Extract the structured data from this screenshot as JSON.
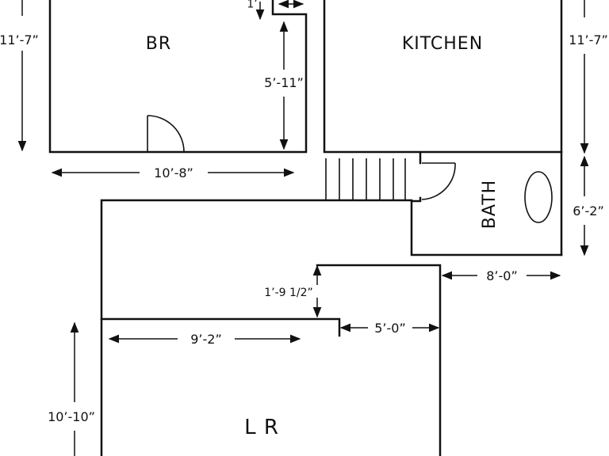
{
  "rooms": {
    "br": "BR",
    "kitchen": "KITCHEN",
    "bath": "BATH",
    "lr": "L R"
  },
  "dimensions": {
    "br_height": "11’-7”",
    "br_width": "10’-8”",
    "closet_depth": "5’-11”",
    "closet_top": "1’",
    "kitchen_height": "11’-7”",
    "bath_height": "6’-2”",
    "bath_width": "8’-0”",
    "lr_step_height": "1’-9 1/2”",
    "lr_upper_width": "9’-2”",
    "lr_step_width": "5’-0”",
    "lr_height": "10’-10”"
  }
}
